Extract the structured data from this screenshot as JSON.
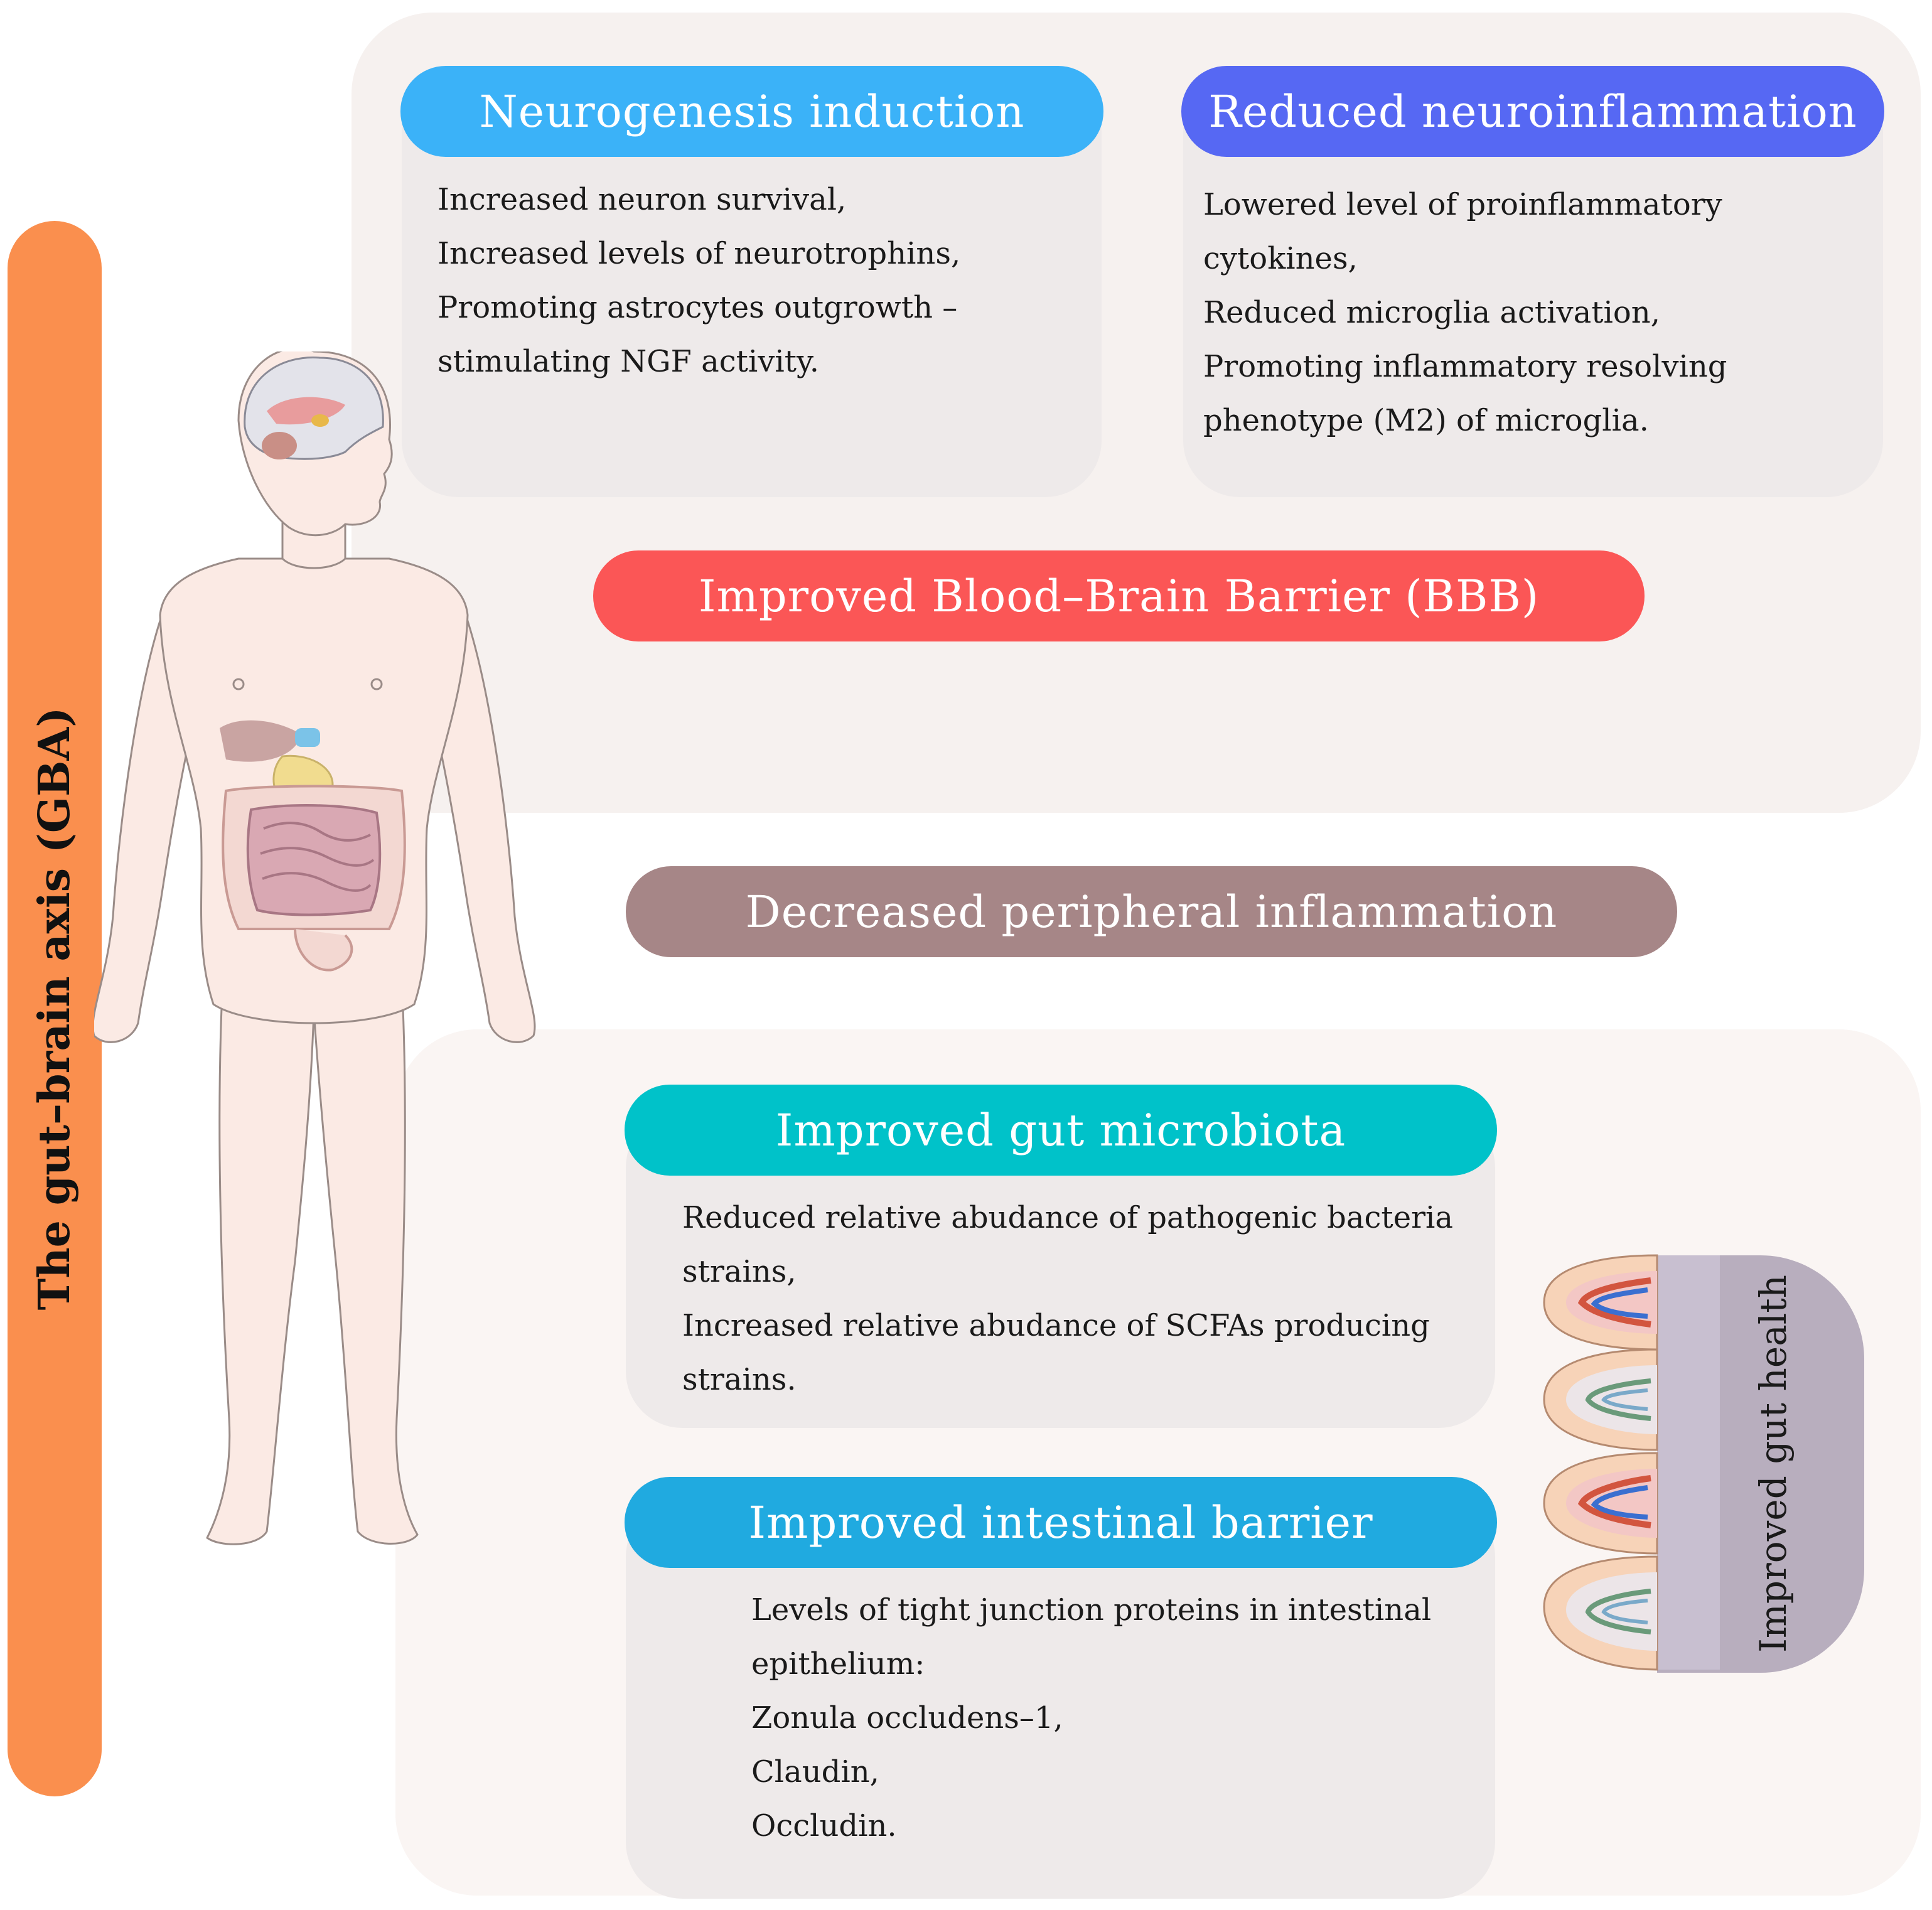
{
  "gba_label": "The gut–brain axis (GBA)",
  "neurogenesis": {
    "title": "Neurogenesis induction",
    "lines": [
      "Increased neuron survival,",
      "Increased levels of neurotrophins,",
      "Promoting astrocytes outgrowth –",
      "stimulating NGF activity."
    ]
  },
  "neuroinflammation": {
    "title": "Reduced neuroinflammation",
    "lines": [
      "Lowered level of proinflammatory",
      "cytokines,",
      "Reduced microglia activation,",
      "Promoting inflammatory resolving",
      "phenotype (M2) of microglia."
    ]
  },
  "bbb": {
    "title": "Improved Blood–Brain Barrier (BBB)"
  },
  "peripheral": {
    "title": "Decreased peripheral inflammation"
  },
  "microbiota": {
    "title": "Improved gut microbiota",
    "lines": [
      "Reduced relative abudance of pathogenic bacteria",
      "strains,",
      "Increased relative abudance of SCFAs producing",
      "strains."
    ]
  },
  "barrier": {
    "title": "Improved intestinal barrier",
    "lines": [
      "Levels of tight junction proteins in intestinal",
      "epithelium:",
      "Zonula occludens–1,",
      "Claudin,",
      "Occludin."
    ]
  },
  "gut_health": "Improved gut health",
  "colors": {
    "gba_bar": "#fa8f4e",
    "neurogenesis": "#3bb2f8",
    "neuroinflammation": "#5668f3",
    "bbb": "#fb5656",
    "peripheral": "#a68687",
    "microbiota": "#00c2c9",
    "barrier": "#20aae0",
    "gut_health_tab": "#b8aebe"
  }
}
